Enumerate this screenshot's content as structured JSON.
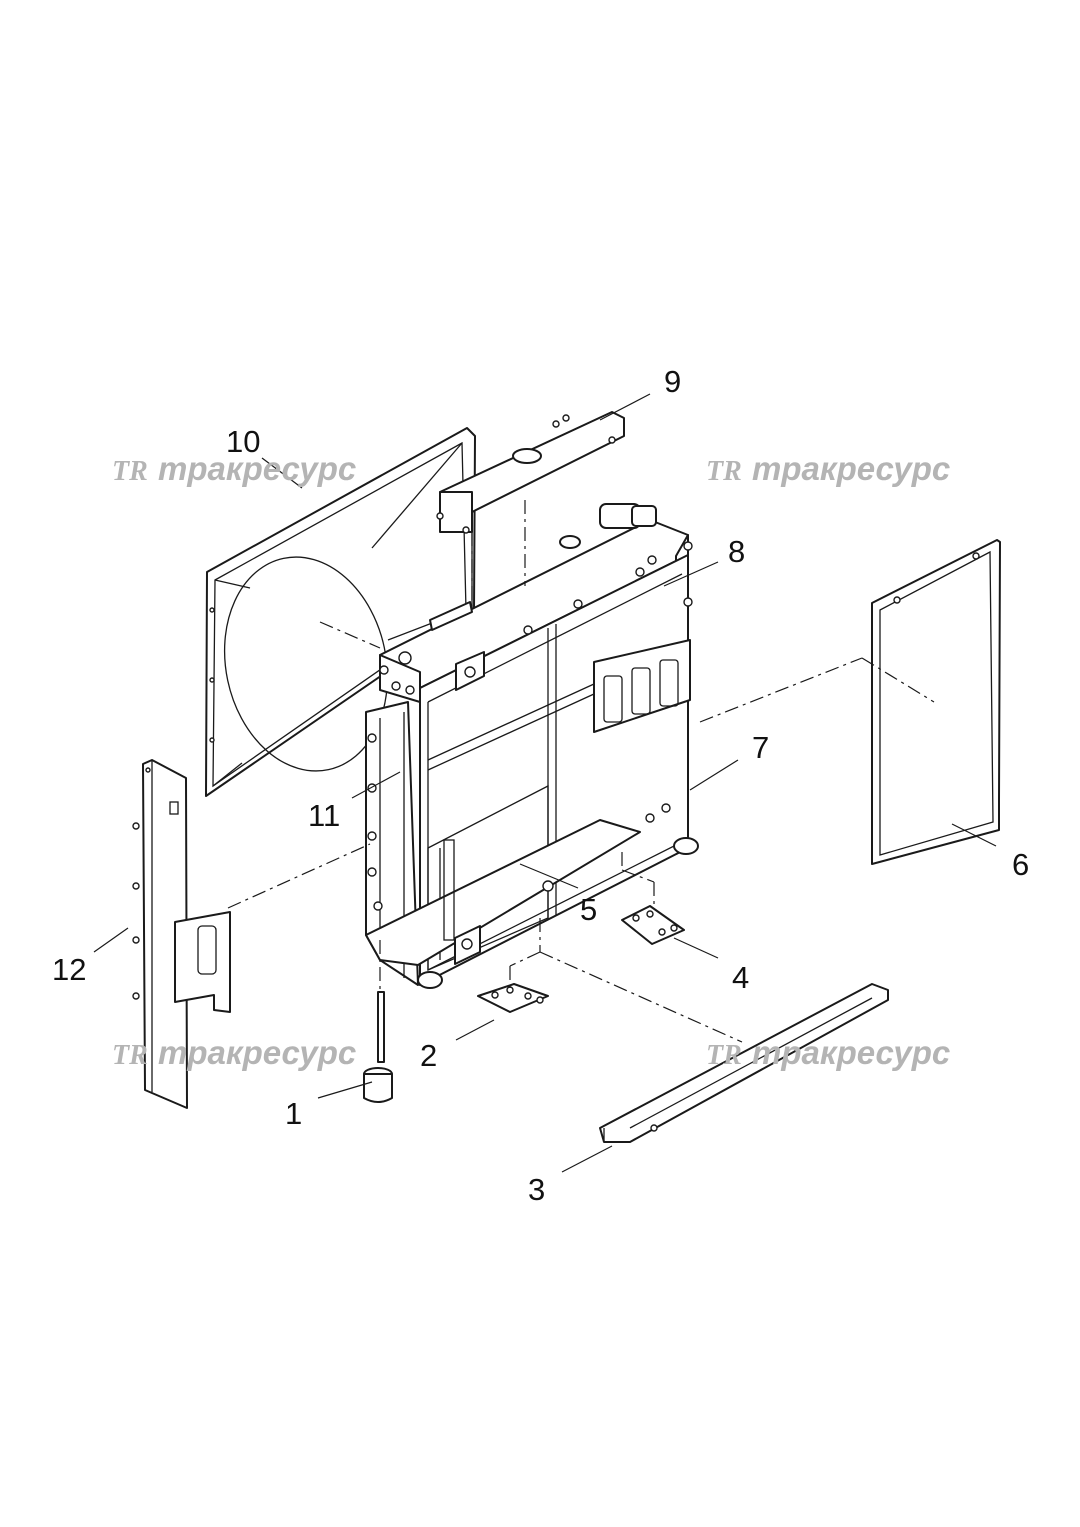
{
  "diagram": {
    "callouts": [
      "1",
      "2",
      "3",
      "4",
      "5",
      "6",
      "7",
      "8",
      "9",
      "10",
      "11",
      "12"
    ],
    "watermark": {
      "logo": "TR",
      "text": "тракресурс"
    },
    "colors": {
      "line": "#1a1a1a",
      "background": "#ffffff",
      "watermark": "#b4b4b4"
    }
  }
}
